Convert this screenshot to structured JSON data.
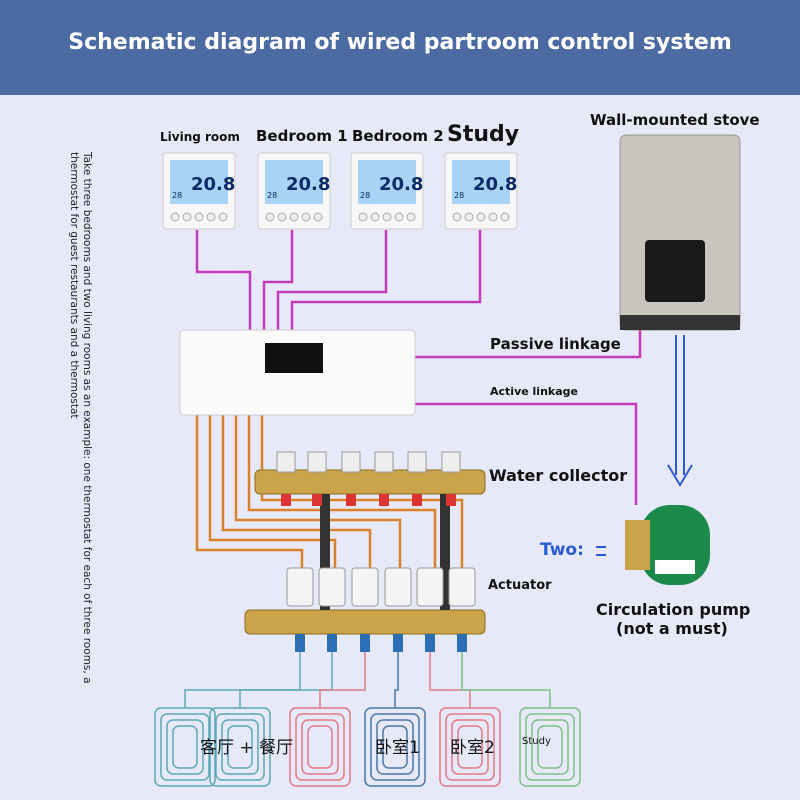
{
  "title": "Schematic diagram of wired partroom control system",
  "side_note": "Take three bedrooms and two living rooms as an example: one thermostat for each of three rooms, a thermostat for guest restaurants and a thermostat",
  "thermostats": [
    {
      "label": "Living room",
      "temp": "20.8",
      "set": "28"
    },
    {
      "label": "Bedroom 1",
      "temp": "20.8",
      "set": "28"
    },
    {
      "label": "Bedroom 2",
      "temp": "20.8",
      "set": "28"
    },
    {
      "label": "Study",
      "temp": "20.8",
      "set": "28"
    }
  ],
  "labels": {
    "stove": "Wall-mounted stove",
    "passive": "Passive linkage",
    "active": "Active linkage",
    "collector": "Water collector",
    "actuator": "Actuator",
    "two": "Two:",
    "pump": "Circulation pump",
    "pump_note": "(not a must)"
  },
  "floor_zones": [
    "客厅 + 餐厅",
    "卧室1",
    "卧室2",
    "Study"
  ],
  "colors": {
    "header": "#4d6ba3",
    "signal_wire": "#c23bb8",
    "actuator_wire": "#d9822b",
    "pump": "#1c8a4a",
    "two_text": "#2a5bd7"
  }
}
